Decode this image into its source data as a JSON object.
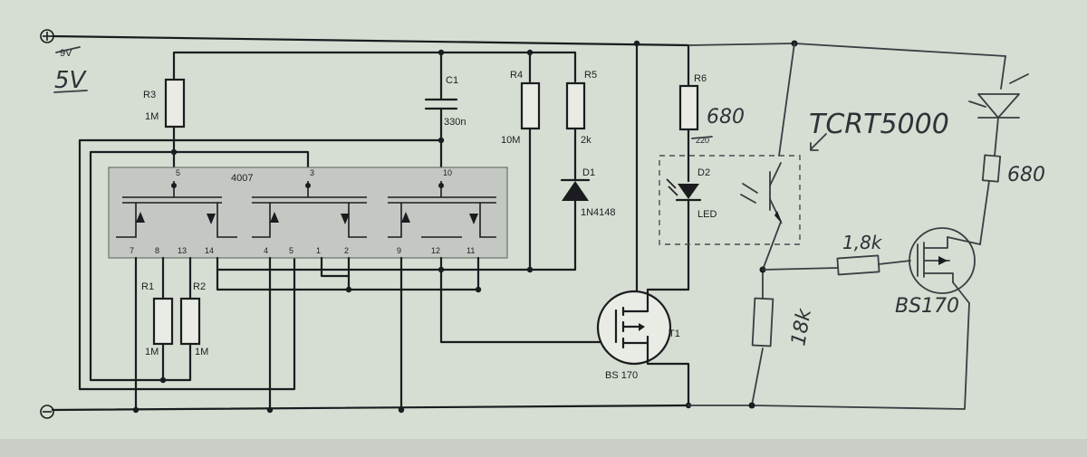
{
  "supply": {
    "label_printed": "9V",
    "label_handwritten": "5V"
  },
  "chip": {
    "name": "4007",
    "pins": [
      "5",
      "3",
      "10",
      "7",
      "8",
      "13",
      "14",
      "4",
      "5",
      "1",
      "2",
      "9",
      "12",
      "11"
    ]
  },
  "components": {
    "r1": {
      "name": "R1",
      "value": "1M"
    },
    "r2": {
      "name": "R2",
      "value": "1M"
    },
    "r3": {
      "name": "R3",
      "value": "1M"
    },
    "r4": {
      "name": "R4",
      "value": "10M"
    },
    "r5": {
      "name": "R5",
      "value": "2k"
    },
    "r6": {
      "name": "R6",
      "value_printed": "220",
      "value_handwritten": "680"
    },
    "c1": {
      "name": "C1",
      "value": "330n"
    },
    "d1": {
      "name": "D1",
      "value": "1N4148"
    },
    "d2": {
      "name": "D2",
      "value": "LED"
    },
    "t1": {
      "name": "T1",
      "value": "BS 170"
    }
  },
  "handwritten": {
    "sensor": "TCRT5000",
    "r_top_right": "680",
    "r_gate": "1,8k",
    "r_bottom": "18k",
    "mosfet": "BS170"
  }
}
